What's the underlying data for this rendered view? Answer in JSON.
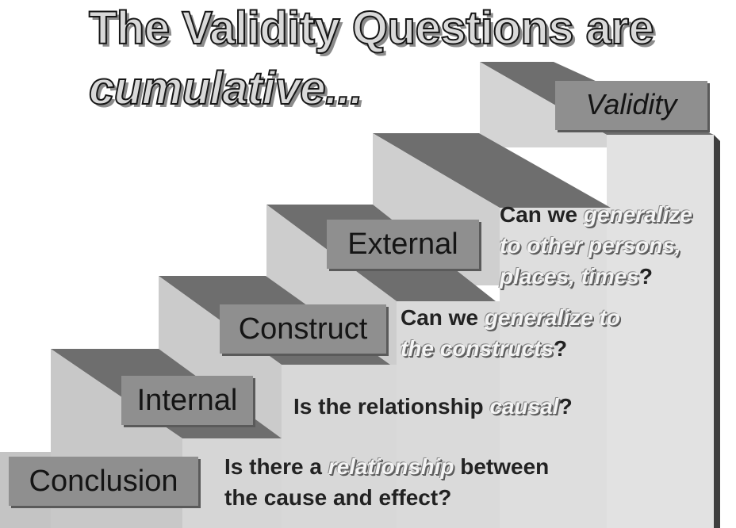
{
  "title": {
    "line1": "The Validity Questions are",
    "line2": "cumulative..."
  },
  "steps": [
    {
      "label": "Conclusion",
      "question": {
        "line1_pre": "Is there a ",
        "line1_em": "relationship",
        "line1_post": " between",
        "line2": "the cause and effect?"
      }
    },
    {
      "label": "Internal",
      "question": {
        "pre": "Is the relationship ",
        "em": "causal",
        "post": "?"
      }
    },
    {
      "label": "Construct",
      "question": {
        "line1_pre": "Can we ",
        "line1_em": "generalize to",
        "line2_em": "the constructs",
        "line2_post": "?"
      }
    },
    {
      "label": "External",
      "question": {
        "line1_pre": "Can we ",
        "line1_em": "generalize",
        "line2_em": "to other persons,",
        "line3_em": "places, times",
        "line3_post": "?"
      }
    },
    {
      "label": "Validity"
    }
  ],
  "colors": {
    "step_top": "#6e6e6e",
    "step_front": "#d6d6d6",
    "step_side": "#b4b4b4",
    "label_box": "#8f8f8f",
    "right_wall": "#4a4a4a"
  }
}
